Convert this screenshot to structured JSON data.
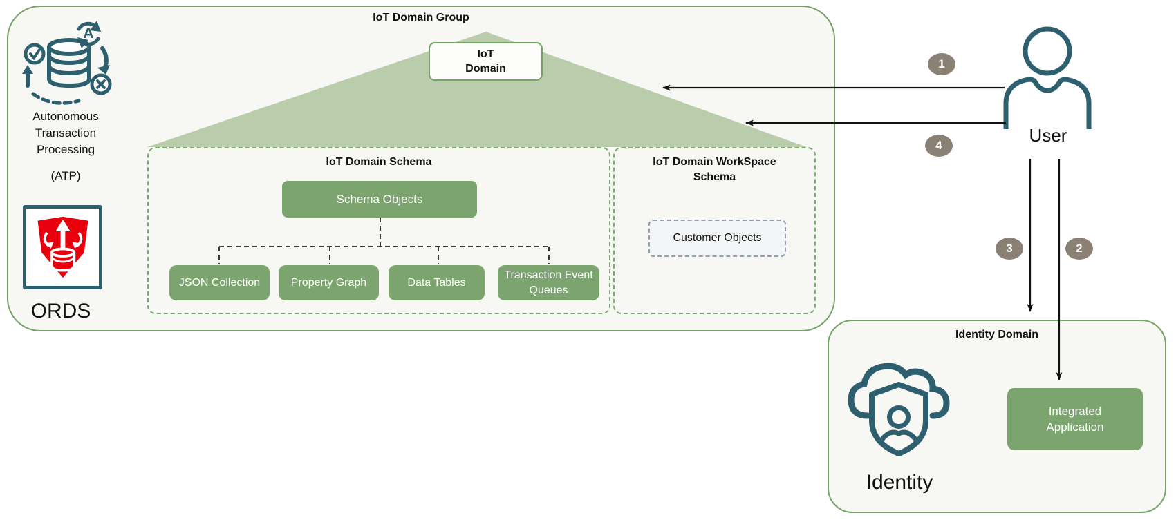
{
  "main_group": {
    "title": "IoT Domain Group",
    "iot_domain_label": "IoT\nDomain",
    "atp": {
      "icon": "atp-database-icon",
      "label": "Autonomous\nTransaction\nProcessing",
      "sublabel": "(ATP)"
    },
    "ords": {
      "icon": "ords-shield-database-icon",
      "label": "ORDS"
    },
    "schema": {
      "title": "IoT Domain Schema",
      "root_object": "Schema Objects",
      "children": [
        "JSON Collection",
        "Property Graph",
        "Data Tables",
        "Transaction Event Queues"
      ]
    },
    "workspace": {
      "title": "IoT Domain WorkSpace\nSchema",
      "customer_objects": "Customer Objects"
    }
  },
  "user": {
    "icon": "user-person-icon",
    "label": "User"
  },
  "flow_badges": {
    "step1": "1",
    "step2": "2",
    "step3": "3",
    "step4": "4"
  },
  "identity_domain": {
    "title": "Identity Domain",
    "identity": {
      "icon": "identity-cloud-shield-icon",
      "label": "Identity"
    },
    "integrated_application": "Integrated\nApplication"
  },
  "colors": {
    "box_green": "#7ca46f",
    "triangle_green": "#b9ccab",
    "border_green": "#74a368",
    "dashed_green": "#7caa6e",
    "teal": "#2d5f6e",
    "badge_gray": "#8a8074",
    "ords_red": "#e8000d",
    "arrow_black": "#111111",
    "panel_bg": "#f7f8f3"
  }
}
